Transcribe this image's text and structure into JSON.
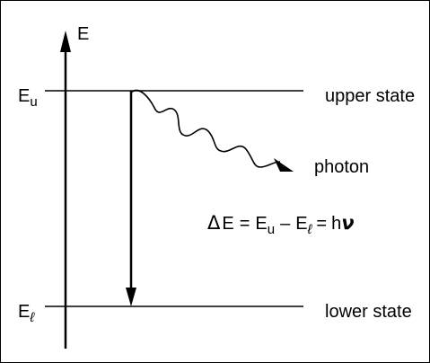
{
  "diagram": {
    "axis_label": "E",
    "upper_level_label": {
      "main": "E",
      "sub": "u"
    },
    "lower_level_label": {
      "main": "E",
      "sub": "ℓ"
    },
    "upper_state": "upper state",
    "lower_state": "lower state",
    "photon": "photon",
    "equation": {
      "delta": "Δ",
      "lhs": "E",
      "eq1": "=",
      "e1": "E",
      "e1_sub": "u",
      "minus": "–",
      "e2": "E",
      "e2_sub": "ℓ",
      "eq2": "=",
      "h": "h",
      "nu": "ν"
    }
  },
  "colors": {
    "ink": "#000000",
    "background": "#ffffff"
  }
}
